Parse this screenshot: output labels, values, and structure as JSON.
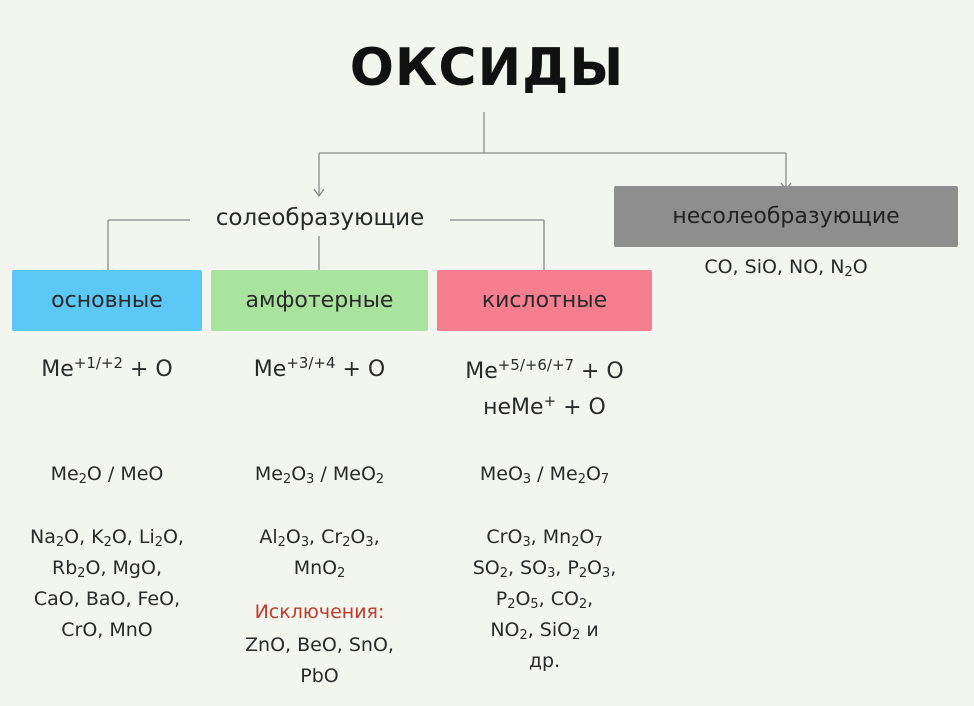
{
  "title": "ОКСИДЫ",
  "salt_forming": {
    "label": "солеобразующие",
    "basic": {
      "label": "основные",
      "rule_base": "Me",
      "rule_sup": "+1/+2",
      "rule_tail": " + O",
      "general_formula": "Me2O / MeO",
      "examples": [
        "Na2O, K2O, Li2O,",
        "Rb2O, MgO,",
        "CaO, BaO, FeO,",
        "CrO, MnO"
      ]
    },
    "amphoteric": {
      "label": "амфотерные",
      "rule_base": "Me",
      "rule_sup": "+3/+4",
      "rule_tail": " + O",
      "general_formula": "Me2O3 / MeO2",
      "examples": [
        "Al2O3, Cr2O3,",
        "MnO2"
      ],
      "exceptions_label": "Исключения:",
      "exceptions": [
        "ZnO, BeO, SnO,",
        "PbO"
      ]
    },
    "acidic": {
      "label": "кислотные",
      "rule_base": "Me",
      "rule_sup": "+5/+6/+7",
      "rule_tail": " + O",
      "rule2_base": "неMe",
      "rule2_sup": "+",
      "rule2_tail": " + O",
      "general_formula": "MeO3 / Me2O7",
      "examples": [
        "CrO3, Mn2O7",
        "SO2, SO3, P2O3,",
        "P2O5, CO2,",
        "NO2, SiO2 и",
        "др."
      ]
    }
  },
  "non_salt_forming": {
    "label": "несолеобразующие",
    "examples": "CO, SiO, NO, N2O"
  },
  "colors": {
    "basic": "#5bc8f5",
    "amphoteric": "#a9e49f",
    "acidic": "#f57f8e",
    "non_salt_forming": "#8e8e8e",
    "exceptions": "#c0392b",
    "background": "#f3f6ee"
  }
}
